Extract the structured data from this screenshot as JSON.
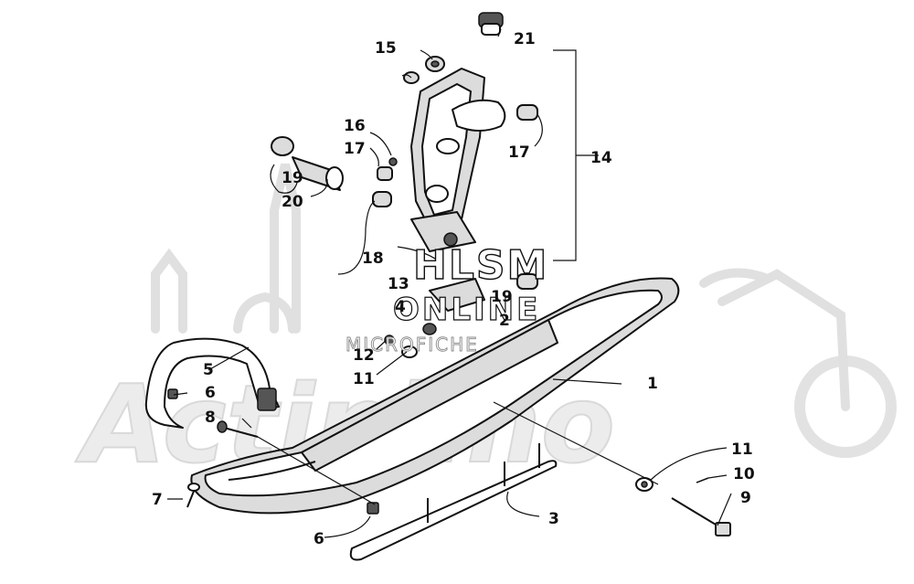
{
  "watermark": {
    "line1": "HLSM",
    "line2": "ONLINE",
    "line3": "MICROFICHE"
  },
  "callouts": [
    {
      "id": "c21",
      "text": "21"
    },
    {
      "id": "c15",
      "text": "15"
    },
    {
      "id": "c16",
      "text": "16"
    },
    {
      "id": "c17a",
      "text": "17"
    },
    {
      "id": "c17b",
      "text": "17"
    },
    {
      "id": "c14",
      "text": "14"
    },
    {
      "id": "c19a",
      "text": "19"
    },
    {
      "id": "c20",
      "text": "20"
    },
    {
      "id": "c18",
      "text": "18"
    },
    {
      "id": "c13",
      "text": "13"
    },
    {
      "id": "c4",
      "text": "4"
    },
    {
      "id": "c19b",
      "text": "19"
    },
    {
      "id": "c2",
      "text": "2"
    },
    {
      "id": "c12",
      "text": "12"
    },
    {
      "id": "c11a",
      "text": "11"
    },
    {
      "id": "c1",
      "text": "1"
    },
    {
      "id": "c5",
      "text": "5"
    },
    {
      "id": "c6a",
      "text": "6"
    },
    {
      "id": "c8",
      "text": "8"
    },
    {
      "id": "c11b",
      "text": "11"
    },
    {
      "id": "c10",
      "text": "10"
    },
    {
      "id": "c9",
      "text": "9"
    },
    {
      "id": "c7",
      "text": "7"
    },
    {
      "id": "c3",
      "text": "3"
    },
    {
      "id": "c6b",
      "text": "6"
    }
  ]
}
